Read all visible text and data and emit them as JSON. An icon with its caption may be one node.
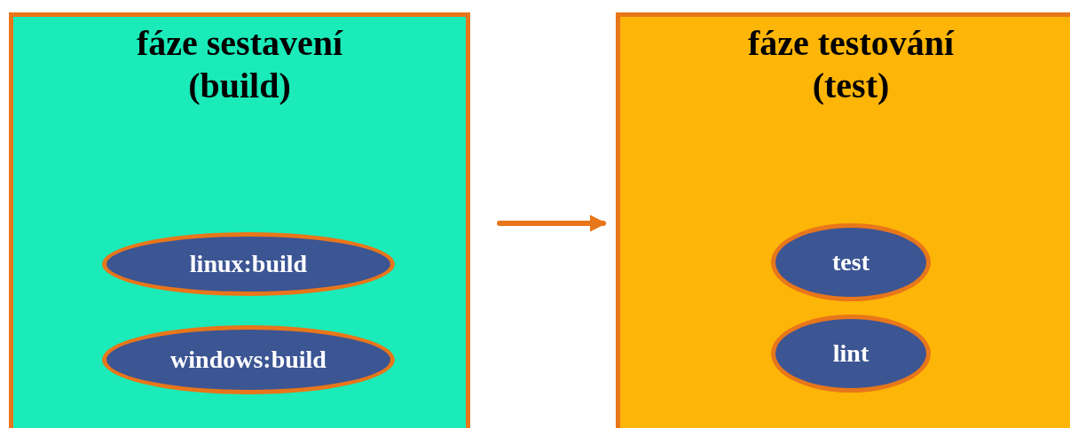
{
  "diagram": {
    "nodes": [
      {
        "text": [
          "fáze sestavení (build)"
        ]
      },
      {
        "text": [
          "linux:build"
        ],
        "in": 0
      },
      {
        "text": [
          "windows:build"
        ],
        "in": 0
      },
      {
        "text": [
          "fáze testování (test)"
        ]
      },
      {
        "text": [
          "test"
        ],
        "in": 3
      },
      {
        "text": [
          "lint"
        ],
        "in": 3
      }
    ],
    "edges": [
      {
        "from": 0,
        "to": 3,
        "arrow": "to"
      }
    ]
  }
}
